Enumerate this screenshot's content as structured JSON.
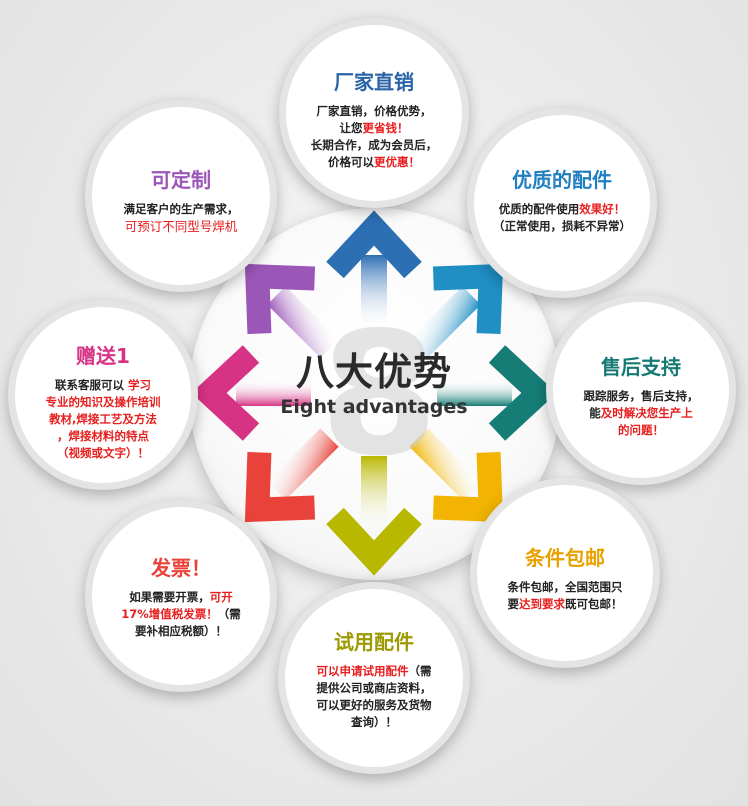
{
  "center": {
    "title": "八大优势",
    "subtitle": "Eight advantages",
    "big_digit": "8"
  },
  "colors": {
    "blue": "#2c6fb3",
    "cyan": "#1f8fc4",
    "teal": "#157d76",
    "yellow": "#f2b400",
    "olive": "#b9b800",
    "red": "#e8423a",
    "pink": "#d63384",
    "purple": "#9b57b8",
    "accent_red": "#e81e1e"
  },
  "bubbles": {
    "factory": {
      "title": "厂家直销",
      "title_color": "#2a64a6",
      "line1": "厂家直销，价格优势，",
      "line2_a": "让您",
      "line2_red": "更省钱！",
      "line3": "长期合作，成为会员后，",
      "line4_a": "价格可以",
      "line4_red": "更优惠！"
    },
    "quality": {
      "title": "优质的配件",
      "title_color": "#1f7fc0",
      "line1_a": "优质的配件使用",
      "line1_red": "效果好！",
      "line2": "（正常使用，损耗不异常）"
    },
    "service": {
      "title": "售后支持",
      "title_color": "#167a72",
      "line1": "跟踪服务，售后支持，",
      "line2_a": "能",
      "line2_red": "及时解决您生产上",
      "line3_red": "的问题！"
    },
    "shipping": {
      "title": "条件包邮",
      "title_color": "#e8a100",
      "line1": "条件包邮，全国范围只",
      "line2_a": "要",
      "line2_red": "达到要求",
      "line2_b": "既可包邮！"
    },
    "trial": {
      "title": "试用配件",
      "title_color": "#9c9a00",
      "line1_red": "可以申请试用配件",
      "line1_b": "（需",
      "line2": "提供公司或商店资料，",
      "line3": "可以更好的服务及货物",
      "line4": "查询）！"
    },
    "invoice": {
      "title": "发票！",
      "title_color": "#e8423a",
      "line1_a": "如果需要开票，",
      "line1_red": "可开",
      "line2_red": "17%增值税发票！",
      "line2_b": "（需",
      "line3": "要补相应税额）！"
    },
    "gift": {
      "title": "赠送1",
      "title_color": "#d63384",
      "line1_a": "联系客服可以 ",
      "line1_red": "学习",
      "line2_red": "专业的知识及操作培训",
      "line3_red": "教材,焊接工艺及方法",
      "line4_red": "，焊接材料的特点",
      "line5_red": "（视频或文字）！"
    },
    "custom": {
      "title": "可定制",
      "title_color": "#9b57b8",
      "line1": "满足客户的生产需求，",
      "line2_red": "可预订不同型号焊机"
    }
  }
}
